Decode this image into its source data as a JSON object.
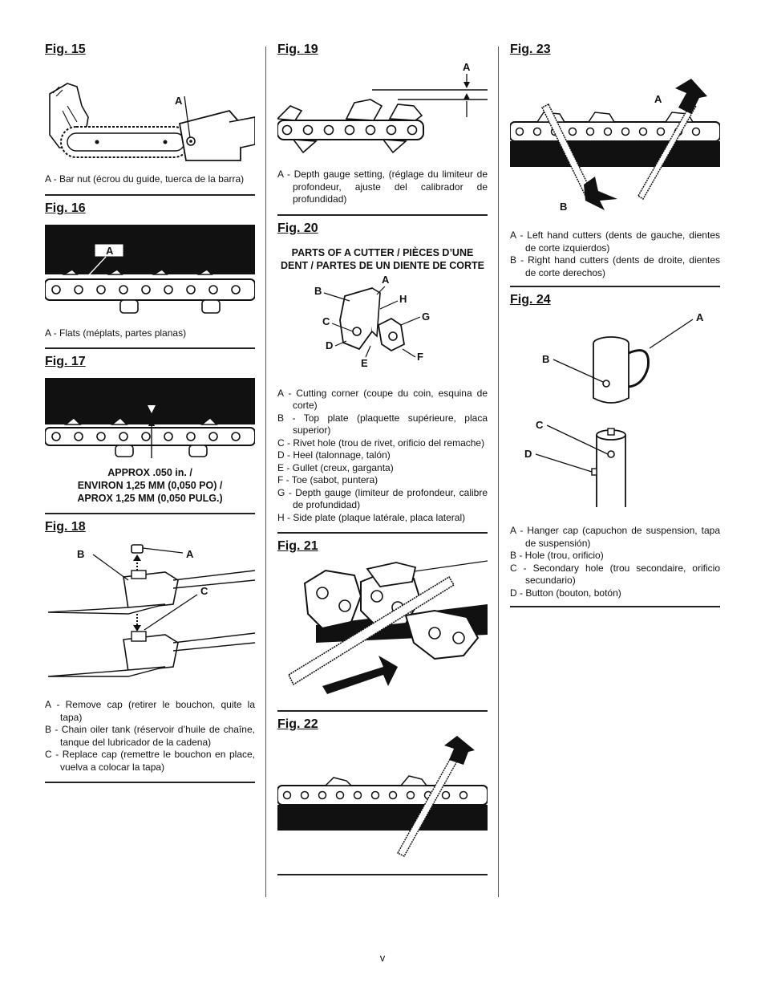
{
  "page_number": "v",
  "fig15": {
    "title": "Fig. 15",
    "callouts": {
      "a": "A"
    },
    "legend": [
      "A - Bar nut (écrou du guide, tuerca de la barra)"
    ]
  },
  "fig16": {
    "title": "Fig. 16",
    "callouts": {
      "a": "A"
    },
    "legend": [
      "A - Flats (méplats, partes planas)"
    ]
  },
  "fig17": {
    "title": "Fig. 17",
    "caption": [
      "APPROX .050 in. /",
      "ENVIRON 1,25 MM (0,050 PO) /",
      "APROX 1,25 MM (0,050 PULG.)"
    ]
  },
  "fig18": {
    "title": "Fig. 18",
    "callouts": {
      "a": "A",
      "b": "B",
      "c": "C"
    },
    "legend": [
      "A - Remove cap (retirer le bouchon, quite la tapa)",
      "B - Chain oiler tank (réservoir d’huile de chaîne, tanque del lubricador de la cadena)",
      "C - Replace cap (remettre le bouchon en place, vuelva a colocar la tapa)"
    ]
  },
  "fig19": {
    "title": "Fig. 19",
    "callouts": {
      "a": "A"
    },
    "legend": [
      "A - Depth gauge setting, (réglage du limiteur de profondeur, ajuste del calibrador de profundidad)"
    ]
  },
  "fig20": {
    "title": "Fig. 20",
    "heading": [
      "PARTS OF A CUTTER / PIÈCES D’UNE",
      "DENT / PARTES DE UN DIENTE DE CORTE"
    ],
    "callouts": {
      "a": "A",
      "b": "B",
      "c": "C",
      "d": "D",
      "e": "E",
      "f": "F",
      "g": "G",
      "h": "H"
    },
    "legend": [
      "A - Cutting corner (coupe du coin, esquina de corte)",
      "B - Top plate (plaquette supérieure, placa superior)",
      "C - Rivet hole (trou de rivet, orificio del remache)",
      "D - Heel (talonnage, talón)",
      "E - Gullet (creux, garganta)",
      "F - Toe (sabot, puntera)",
      "G - Depth gauge (limiteur de profondeur, calibre de profundidad)",
      "H - Side plate (plaque latérale, placa lateral)"
    ]
  },
  "fig21": {
    "title": "Fig. 21"
  },
  "fig22": {
    "title": "Fig. 22"
  },
  "fig23": {
    "title": "Fig. 23",
    "callouts": {
      "a": "A",
      "b": "B"
    },
    "legend": [
      "A - Left hand cutters (dents de gauche, dientes de corte izquierdos)",
      "B - Right hand cutters (dents de droite, dientes de corte derechos)"
    ]
  },
  "fig24": {
    "title": "Fig. 24",
    "callouts": {
      "a": "A",
      "b": "B",
      "c": "C",
      "d": "D"
    },
    "legend": [
      "A - Hanger cap (capuchon de suspension, tapa de suspensión)",
      "B - Hole (trou, orificio)",
      "C - Secondary hole (trou secondaire, orificio secundario)",
      "D - Button (bouton, botón)"
    ]
  }
}
